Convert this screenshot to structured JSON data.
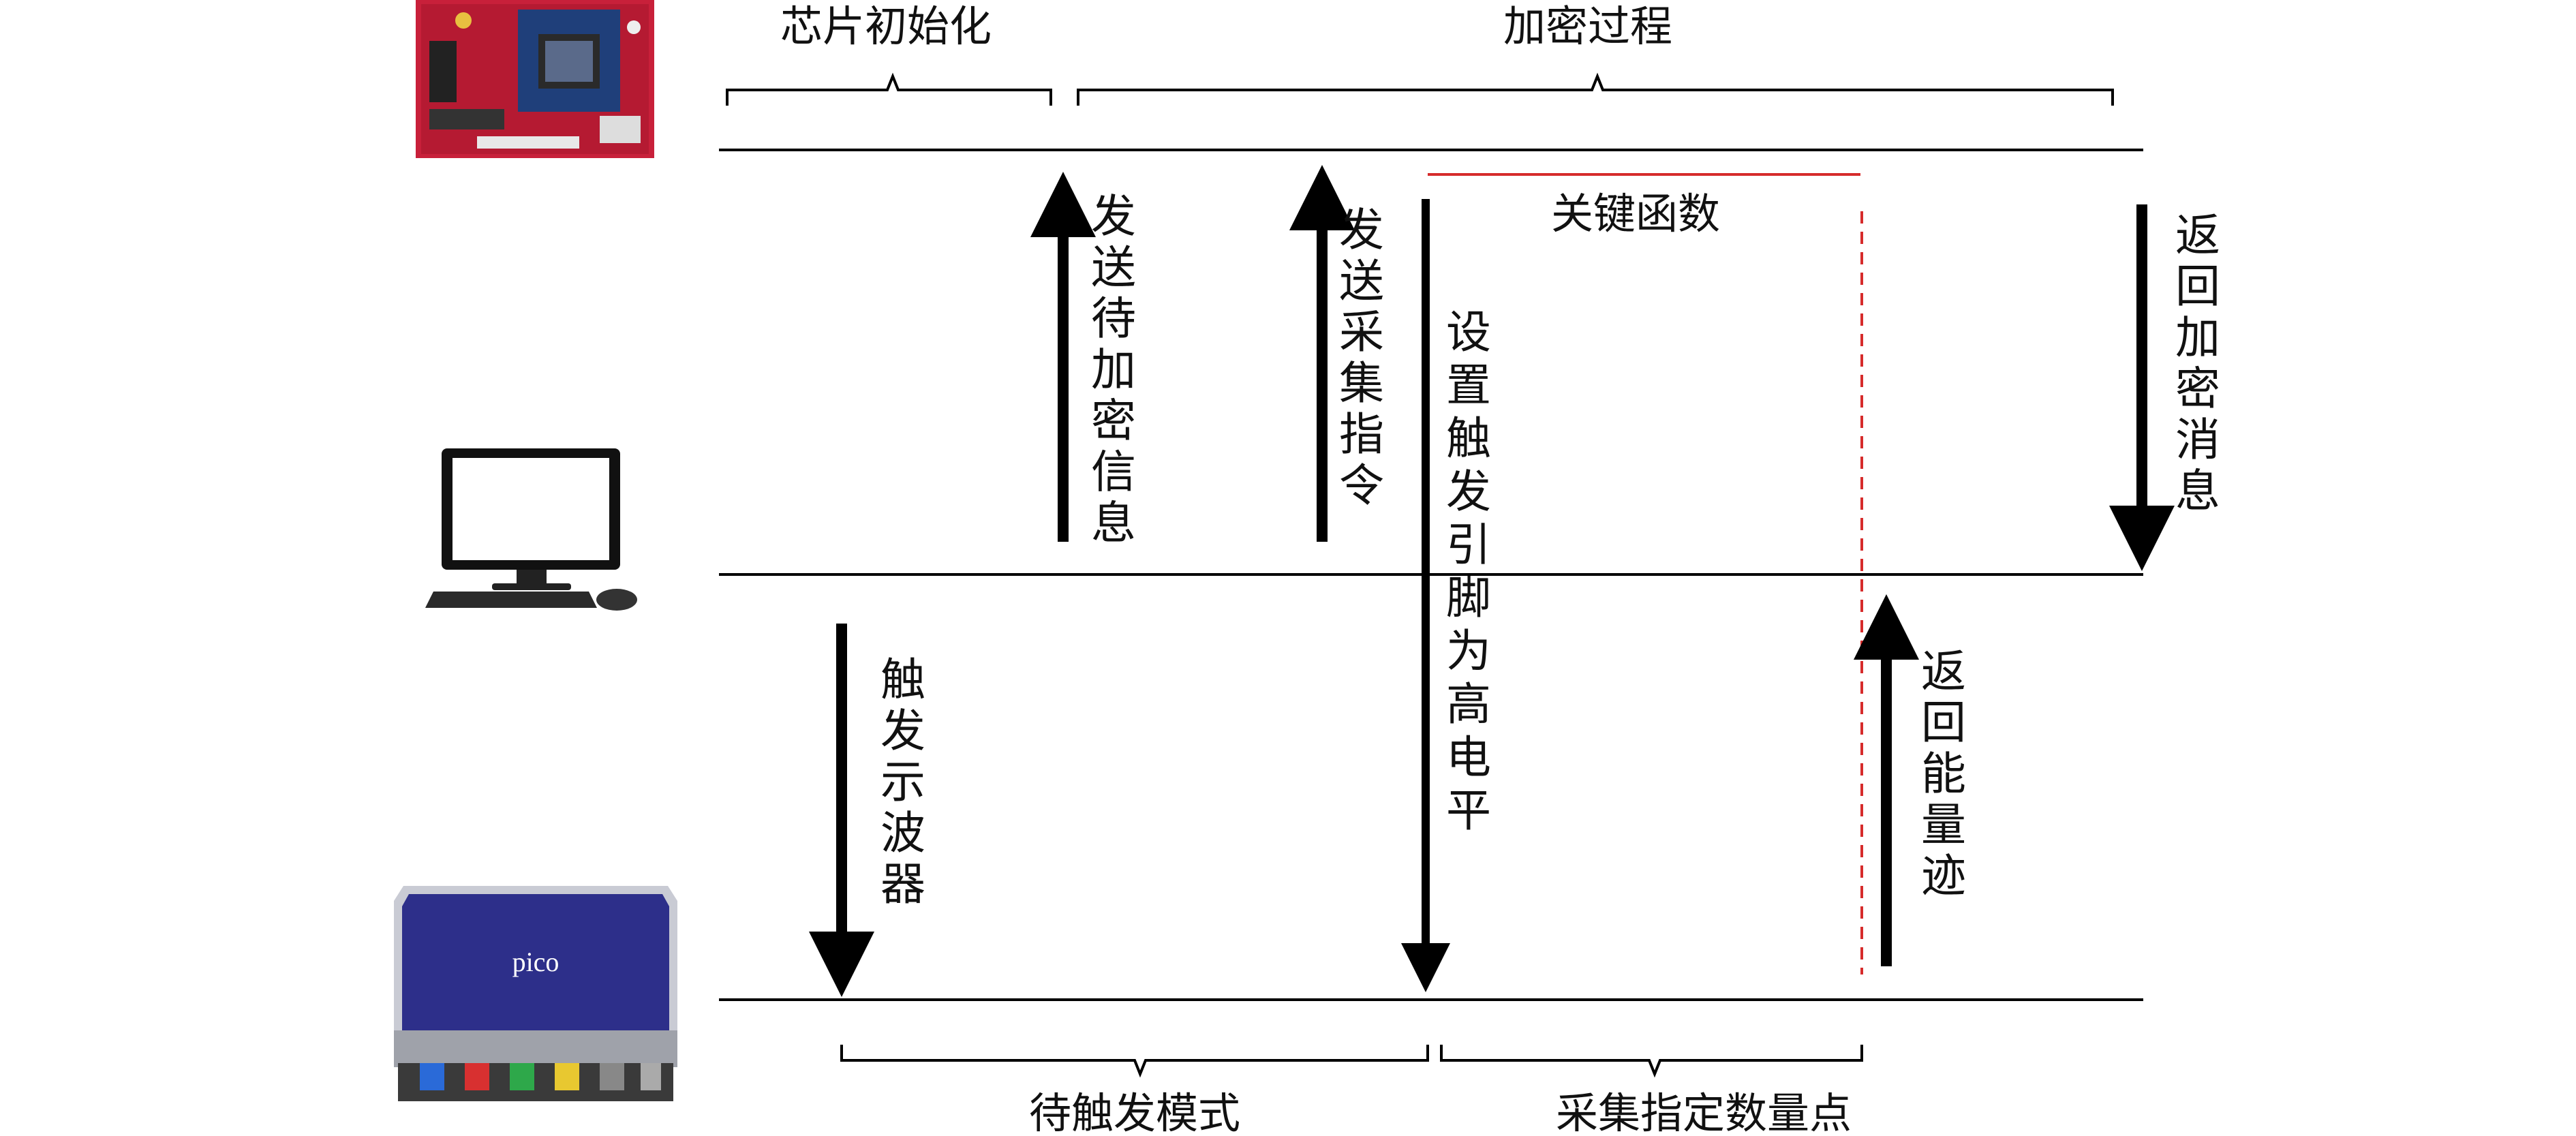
{
  "brackets": {
    "init": "芯片初始化",
    "encrypt": "加密过程",
    "wait_trigger": "待触发模式",
    "collect": "采集指定数量点"
  },
  "key_function": "关键函数",
  "arrows": {
    "send_plaintext": "发送待加密信息",
    "send_collect": "发送采集指令",
    "set_trigger": "设置触发引脚为高电平",
    "return_ciphertext": "返回加密消息",
    "trigger_scope": "触发示波器",
    "return_trace": "返回能量迹"
  },
  "devices": {
    "board": "chip-board",
    "pc": "computer",
    "scope": "oscilloscope",
    "scope_brand": "pico"
  },
  "colors": {
    "line": "#000000",
    "key_function": "#d62b2b",
    "board": "#c8203a",
    "scope": "#2d2f8a"
  }
}
